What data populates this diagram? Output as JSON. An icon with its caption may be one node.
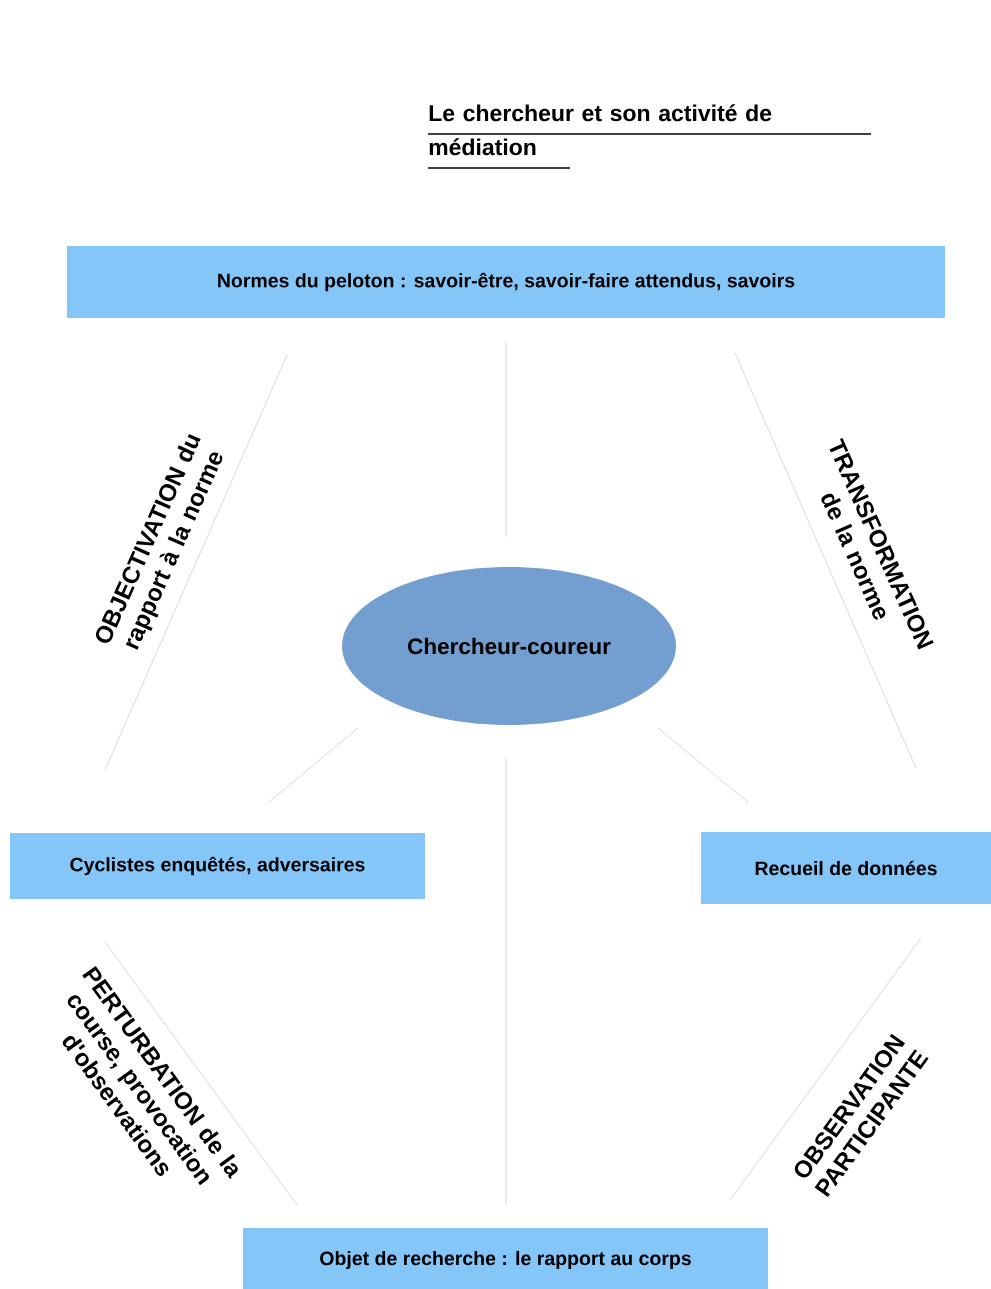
{
  "diagram": {
    "title": "Le chercheur et son activité de médiation",
    "nodes": [
      {
        "text": [
          "Normes du peloton : savoir-être, savoir-faire attendus, savoirs"
        ]
      },
      {
        "text": [
          "Chercheur-coureur"
        ]
      },
      {
        "text": [
          "Cyclistes enquêtés, adversaires"
        ]
      },
      {
        "text": [
          "Recueil de données"
        ]
      },
      {
        "text": [
          "Objet de recherche : le rapport au corps"
        ]
      }
    ],
    "edges": [
      {
        "from": 0,
        "to": 1,
        "arrow": "none"
      },
      {
        "from": 0,
        "to": 2,
        "arrow": "none",
        "label": "OBJECTIVATION du rapport à la norme"
      },
      {
        "from": 0,
        "to": 3,
        "arrow": "none",
        "label": "TRANSFORMATION de la norme"
      },
      {
        "from": 1,
        "to": 2,
        "arrow": "none"
      },
      {
        "from": 1,
        "to": 3,
        "arrow": "none"
      },
      {
        "from": 1,
        "to": 4,
        "arrow": "none"
      },
      {
        "from": 2,
        "to": 4,
        "arrow": "none",
        "label": "PERTURBATION de la course, provocation d'observations"
      },
      {
        "from": 3,
        "to": 4,
        "arrow": "none",
        "label": "OBSERVATION PARTICIPANTE"
      }
    ]
  }
}
